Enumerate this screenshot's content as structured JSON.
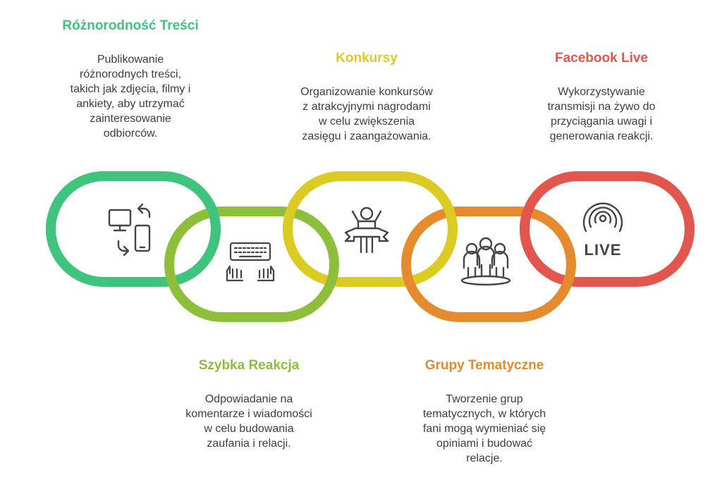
{
  "steps": [
    {
      "title": "Różnorodność Treści",
      "desc": "Publikowanie\nróżnorodnych treści,\ntakich jak zdjęcia, filmy i\nankiety, aby utrzymać\nzainteresowanie\nodbiorców.",
      "color": "#3fc47e",
      "icon": "devices-sync-icon"
    },
    {
      "title": "Szybka Reakcja",
      "desc": "Odpowiadanie na\nkomentarze i wiadomości\nw celu budowania\nzaufania i relacji.",
      "color": "#8dbf3b",
      "icon": "typing-keyboard-icon"
    },
    {
      "title": "Konkursy",
      "desc": "Organizowanie konkursów\nz atrakcyjnymi nagrodami\nw celu zwiększenia\nzasięgu i zaangażowania.",
      "color": "#dccb22",
      "icon": "winner-podium-icon"
    },
    {
      "title": "Grupy Tematyczne",
      "desc": "Tworzenie grup\ntematycznych, w których\nfani mogą wymieniać się\nopiniami i budować\nrelacje.",
      "color": "#e68a2e",
      "icon": "group-people-icon"
    },
    {
      "title": "Facebook Live",
      "desc": "Wykorzystywanie\ntransmisji na żywo do\nprzyciągania uwagi i\ngenerowania reakcji.",
      "color": "#e2564e",
      "icon": "live-broadcast-icon"
    }
  ],
  "live_text": "LIVE"
}
